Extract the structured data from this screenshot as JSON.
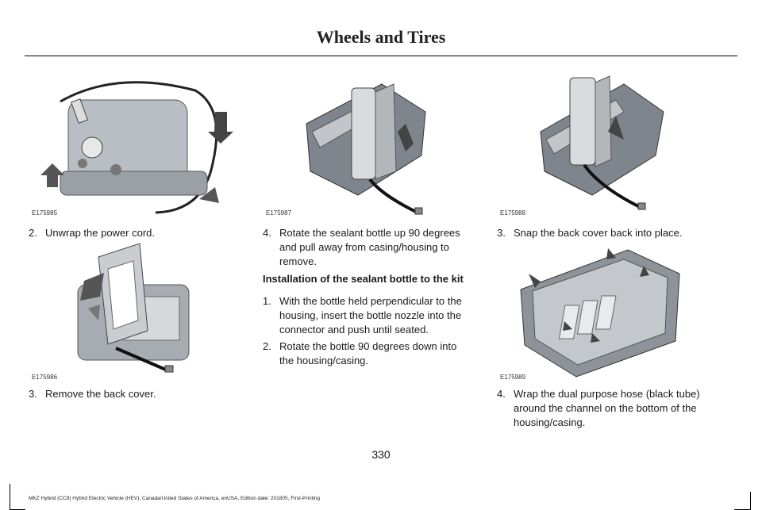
{
  "header": {
    "title": "Wheels and Tires"
  },
  "figures": {
    "e175985": "E175985",
    "e175986": "E175986",
    "e175987": "E175987",
    "e175988": "E175988",
    "e175989": "E175989"
  },
  "col1": {
    "step2": {
      "num": "2.",
      "text": "Unwrap the power cord."
    },
    "step3": {
      "num": "3.",
      "text": "Remove the back cover."
    }
  },
  "col2": {
    "step4": {
      "num": "4.",
      "lines": [
        "Rotate the sealant bottle up 90 degrees",
        "and pull away from casing/housing to",
        "remove."
      ]
    },
    "subheading": "Installation of the sealant bottle to the kit",
    "step1": {
      "num": "1.",
      "lines": [
        "With the bottle held perpendicular to the",
        "housing, insert the bottle nozzle into the",
        "connector and push until seated."
      ]
    },
    "step2": {
      "num": "2.",
      "lines": [
        "Rotate the bottle 90 degrees down into",
        "the housing/casing."
      ]
    }
  },
  "col3": {
    "step3": {
      "num": "3.",
      "text": "Snap the back cover back into place."
    },
    "step4": {
      "num": "4.",
      "lines": [
        "Wrap the dual purpose hose (black tube)",
        "around the channel on the bottom of the",
        "housing/casing."
      ]
    }
  },
  "page_number": "330",
  "footer": "MKZ Hybrid (CC9) Hybrid Electric Vehicle (HEV), Canada/United States of America, enUSA, Edition date: 201805, First-Printing"
}
